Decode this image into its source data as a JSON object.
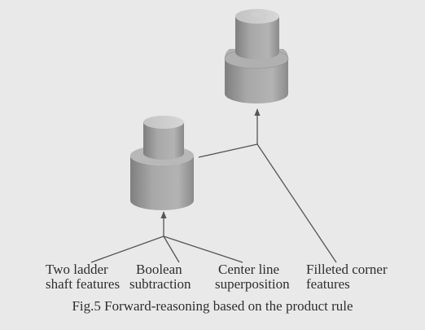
{
  "labels": {
    "two_ladder": [
      "Two ladder",
      "shaft features"
    ],
    "boolean": [
      "Boolean",
      "subtraction"
    ],
    "center_line": [
      "Center line",
      "superposition"
    ],
    "filleted": [
      "Filleted corner",
      "features"
    ]
  },
  "caption": "Fig.5    Forward-reasoning based on the product rule",
  "colors": {
    "background": "#e9e9e9",
    "shaft_body": "#9d9d9d",
    "line": "#555555",
    "text": "#2e2e2e"
  }
}
